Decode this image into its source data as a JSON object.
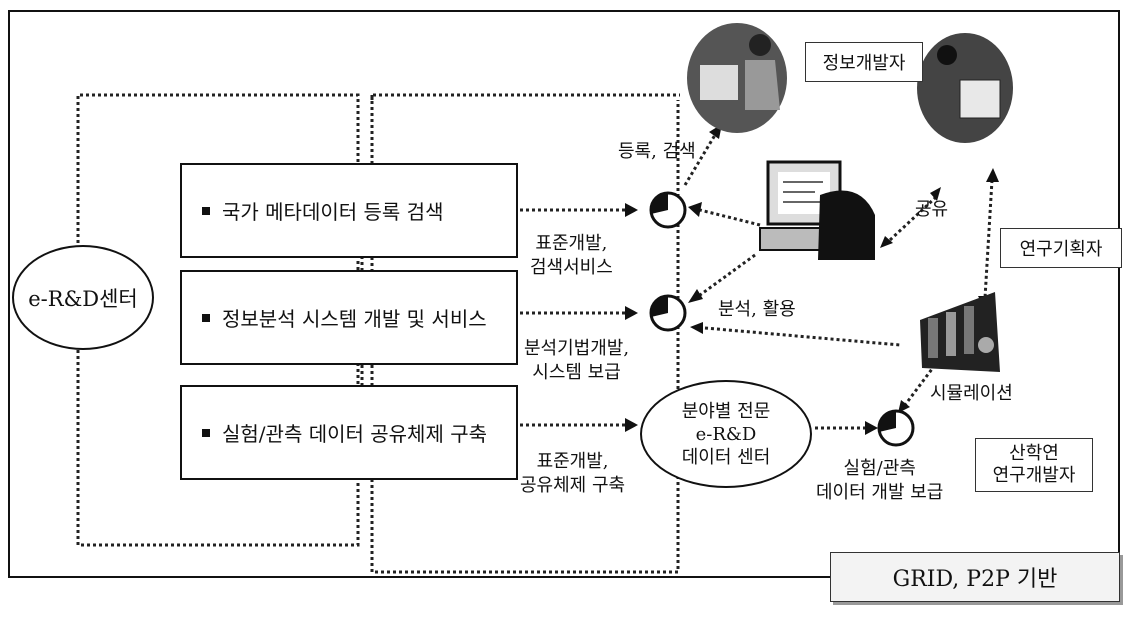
{
  "center": {
    "label": "e-R&D센터"
  },
  "service_boxes": [
    {
      "label": "국가 메타데이터 등록 검색"
    },
    {
      "label": "정보분석 시스템 개발 및 서비스"
    },
    {
      "label": "실험/관측 데이터 공유체제 구축"
    }
  ],
  "arrow_labels": {
    "row1": [
      "표준개발,",
      "검색서비스"
    ],
    "row2": [
      "분석기법개발,",
      "시스템 보급"
    ],
    "row3": [
      "표준개발,",
      "공유체제 구축"
    ]
  },
  "field_center": {
    "lines": [
      "분야별 전문",
      "e-R&D",
      "데이터 센터"
    ]
  },
  "labels": {
    "register_search": "등록, 검색",
    "analyze_use": "분석, 활용",
    "share": "공유",
    "simulation": "시뮬레이션",
    "experiment": [
      "실험/관측",
      "데이터 개발 보급"
    ]
  },
  "roles": {
    "info_developer": "정보개발자",
    "research_planner": "연구기획자",
    "industry_developer": [
      "산학연",
      "연구개발자"
    ]
  },
  "footer": {
    "label": "GRID, P2P 기반"
  },
  "icons": [
    "person-at-computer-icon",
    "computer-workstation-icon",
    "person-with-monitor-icon",
    "lab-equipment-icon"
  ]
}
